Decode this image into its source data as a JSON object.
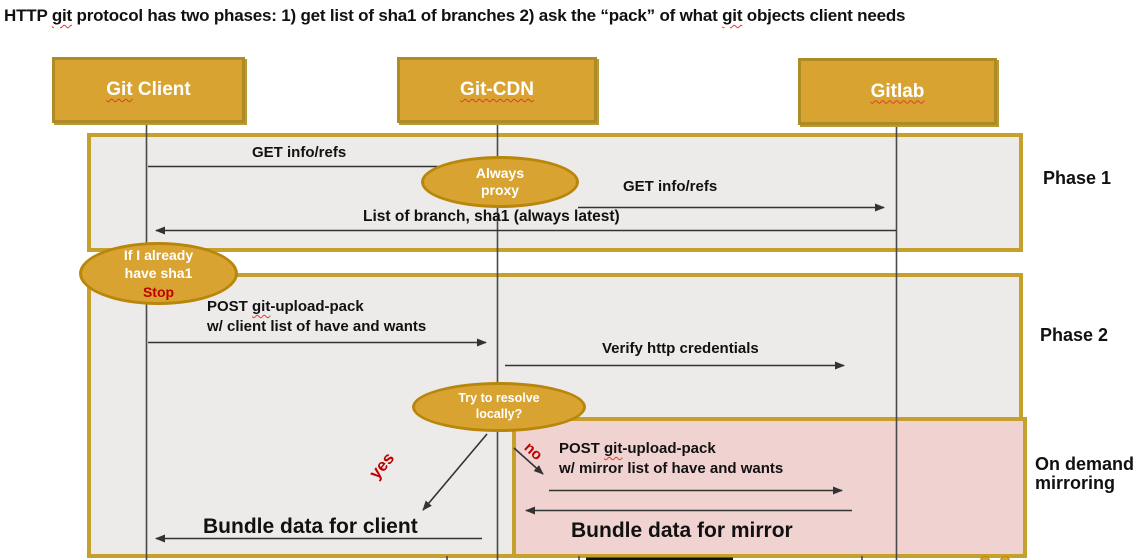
{
  "title": {
    "p1": "HTTP ",
    "p2": "git",
    "p3": " protocol has two phases: 1) get list of sha1 of branches 2) ask the “pack” of what ",
    "p4": "git",
    "p5": " objects client needs"
  },
  "actors": {
    "client": {
      "p1": "Git",
      "p2": " Client"
    },
    "cdn": {
      "label": "Git-CDN"
    },
    "gitlab": {
      "label": "Gitlab"
    }
  },
  "phases": {
    "phase1": "Phase 1",
    "phase2": "Phase 2",
    "mirroring_l1": "On demand",
    "mirroring_l2": "mirroring"
  },
  "messages": {
    "get_info_refs_client": "GET info/refs",
    "get_info_refs_gitlab": "GET info/refs",
    "branch_list": "List of branch, sha1 (always latest)",
    "post_client": {
      "p1": "POST ",
      "p2": "git",
      "p3": "-upload-pack",
      "line2": "w/ client list of have and wants"
    },
    "verify_credentials": "Verify http credentials",
    "post_mirror": {
      "p1": "POST ",
      "p2": "git",
      "p3": "-upload-pack",
      "line2": "w/ mirror list of have and wants"
    },
    "bundle_client": "Bundle data for client",
    "bundle_mirror": "Bundle data for mirror",
    "yes": "yes",
    "no": "no"
  },
  "callouts": {
    "always_proxy": {
      "line1": "Always",
      "line2": "proxy"
    },
    "have_sha1": {
      "line1": "If I already",
      "line2": "have sha1",
      "stop": "Stop"
    },
    "try_resolve": {
      "line1": "Try to resolve",
      "line2": "locally?"
    }
  },
  "colors": {
    "gold_fill": "#D8A330",
    "gold_border": "#B8860B",
    "frame_border": "#C6A02C",
    "frame_fill": "#ECEBE9",
    "pink_fill": "#F0D2D1",
    "accent_red": "#C00000",
    "squiggle_red": "#E23B2E",
    "arrow": "#333333"
  }
}
